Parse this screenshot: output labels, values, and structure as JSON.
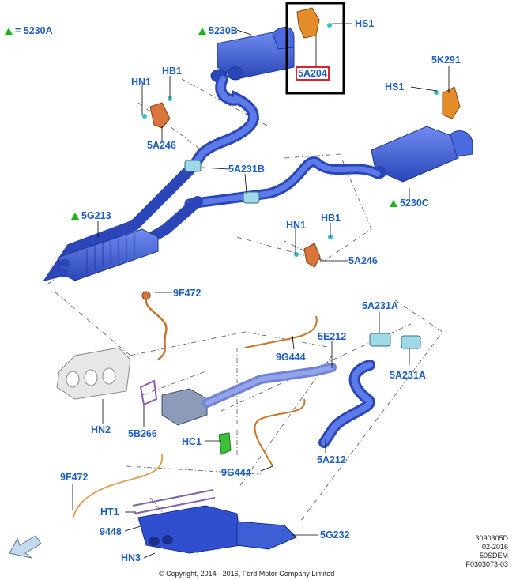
{
  "legend": {
    "symbol": "▲ =",
    "code": "5230A"
  },
  "labels": {
    "l5230B": "5230B",
    "hs1_top": "HS1",
    "l5A204": "5A204",
    "l5K291": "5K291",
    "hs1_right": "HS1",
    "hn1_top": "HN1",
    "hb1_top": "HB1",
    "l5A246_top": "5A246",
    "l5A231B": "5A231B",
    "l5230C": "5230C",
    "l5G213": "5G213",
    "hn1_mid": "HN1",
    "hb1_mid": "HB1",
    "l5A246_mid": "5A246",
    "l9F472_top": "9F472",
    "l5A231A_top": "5A231A",
    "l5E212": "5E212",
    "l9G444_top": "9G444",
    "l5A231A_bot": "5A231A",
    "hn2": "HN2",
    "l5B266": "5B266",
    "hc1": "HC1",
    "l9G444_bot": "9G444",
    "l5A212": "5A212",
    "l9F472_bot": "9F472",
    "ht1": "HT1",
    "l9448": "9448",
    "l5G232": "5G232",
    "hn3": "HN3"
  },
  "meta": {
    "line1": "3090305D",
    "line2": "02-2016",
    "line3": "50SDEM",
    "line4": "F0303073-03"
  },
  "copyright": "© Copyright, 2014 - 2016, Ford Motor Company Limited",
  "colors": {
    "pipe": "#3d5fd6",
    "pipe_dark": "#2440a8",
    "clamp": "#9fd8e6",
    "hanger": "#d8743c",
    "bracket": "#e58c2a",
    "sensor": "#c9762c",
    "highlight": "#d9262c",
    "label": "#1f5fbf",
    "legend_triangle": "#19b519"
  }
}
